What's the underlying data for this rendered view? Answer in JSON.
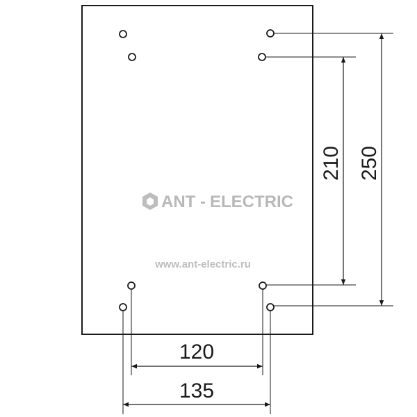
{
  "watermark": {
    "brand": "ANT-ELECTRIC",
    "brand_left": "ANT",
    "brand_sep": "-",
    "brand_right": "ELECTRIC",
    "url": "www.ant-electric.ru"
  },
  "dimensions": {
    "inner_height": "210",
    "outer_height": "250",
    "inner_width": "120",
    "outer_width": "135"
  },
  "colors": {
    "line": "#1a1a1a",
    "watermark": "#b8b8b8"
  }
}
